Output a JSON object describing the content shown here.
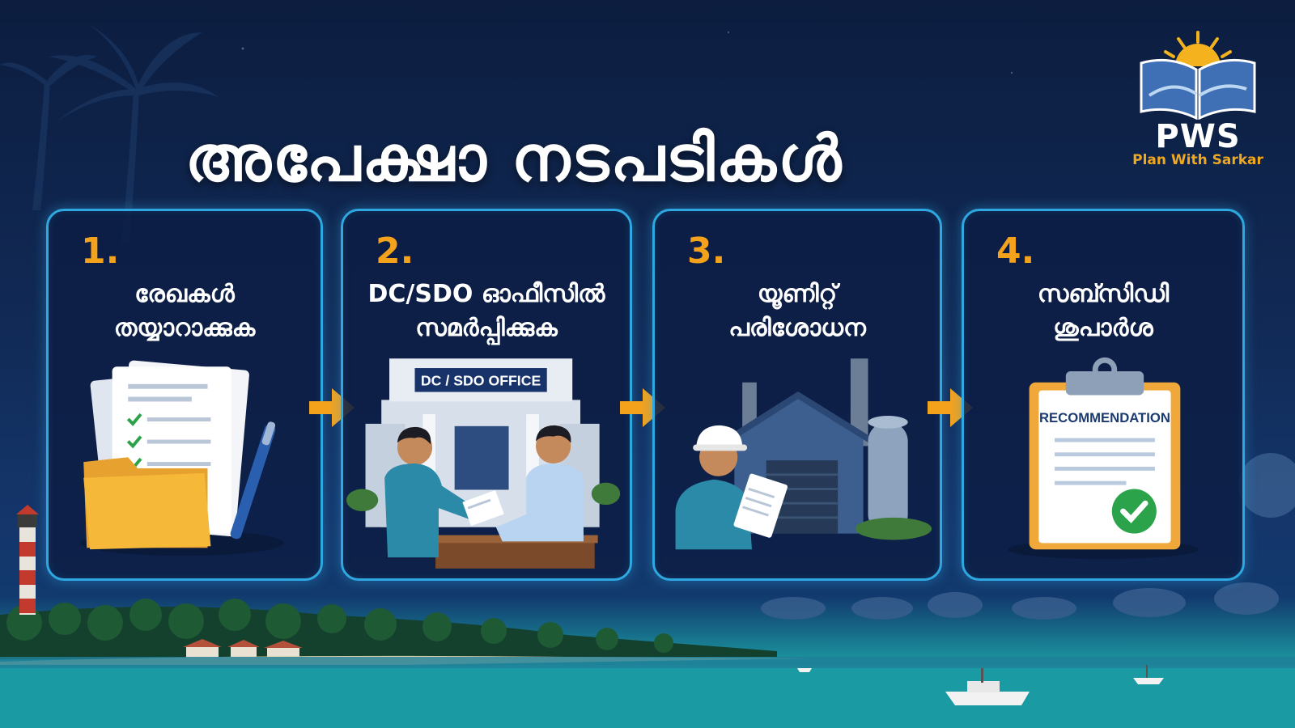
{
  "title": "അപേക്ഷാ നടപടികൾ",
  "logo": {
    "acronym": "PWS",
    "tagline": "Plan With Sarkar"
  },
  "steps": [
    {
      "number": "1.",
      "title": "രേഖകൾ\nതയ്യാറാക്കുക"
    },
    {
      "number": "2.",
      "title": "DC/SDO ഓഫീസിൽ\nസമർപ്പിക്കുക",
      "illustration_label": "DC / SDO OFFICE"
    },
    {
      "number": "3.",
      "title": "യൂണിറ്റ്\nപരിശോധന"
    },
    {
      "number": "4.",
      "title": "സബ്സിഡി\nശുപാർശ",
      "illustration_label": "RECOMMENDATION"
    }
  ],
  "colors": {
    "accent": "#f4a21c",
    "card_border": "#2fa7e0",
    "background": "#0c1d3f",
    "sea": "#1ba3a8"
  },
  "icons": [
    "documents-folder-pen-icon",
    "office-handshake-icon",
    "factory-inspector-icon",
    "recommendation-clipboard-icon",
    "arrow-right-icon"
  ]
}
